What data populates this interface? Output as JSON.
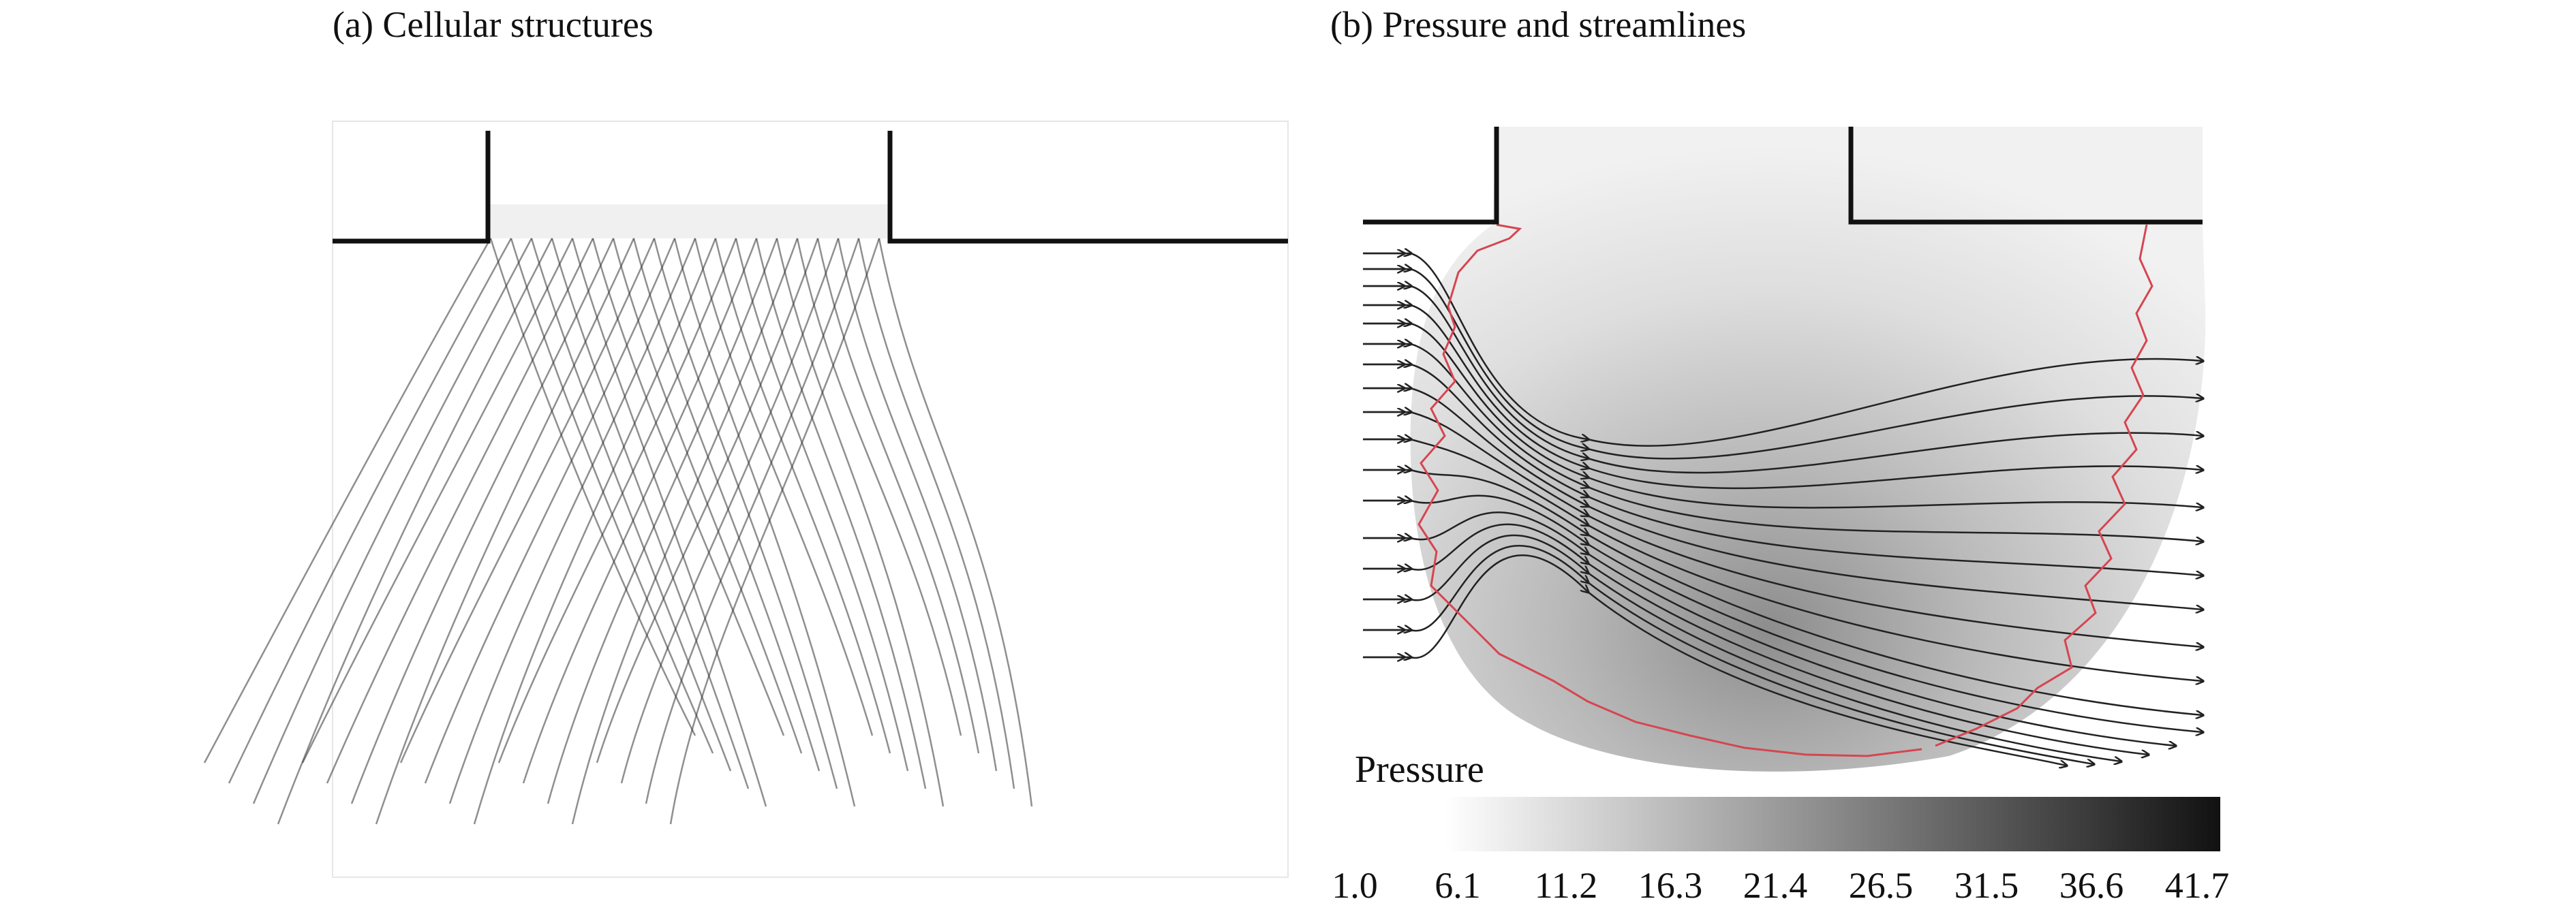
{
  "panels": {
    "a": {
      "title": "(a) Cellular structures"
    },
    "b": {
      "title": "(b) Pressure and streamlines"
    }
  },
  "colorbar": {
    "label": "Pressure",
    "ticks": [
      "1.0",
      "6.1",
      "11.2",
      "16.3",
      "21.4",
      "26.5",
      "31.5",
      "36.6",
      "41.7"
    ],
    "colors": {
      "low": "#ffffff",
      "high": "#111111"
    }
  },
  "colors": {
    "wall": "#111111",
    "front": "#d64550",
    "streamline": "#222222",
    "cell": "#333333"
  }
}
